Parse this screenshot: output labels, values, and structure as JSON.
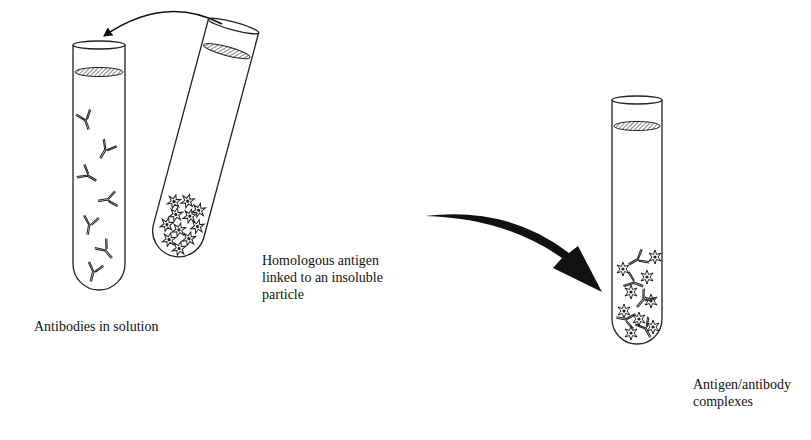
{
  "diagram": {
    "labels": [
      "Antibodies in solution",
      "Homologous antigen linked to an insoluble particle",
      "Antigen/antibody complexes"
    ]
  }
}
